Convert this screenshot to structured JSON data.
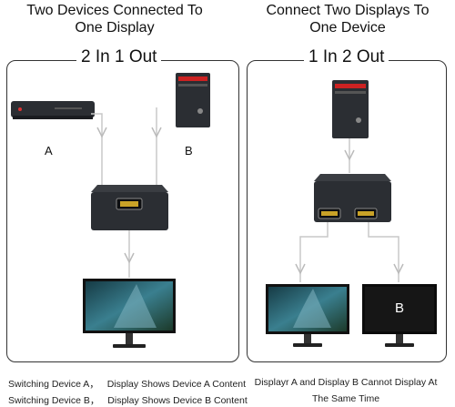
{
  "left": {
    "heading_line1": "Two Devices Connected To",
    "heading_line2": "One Display",
    "panel_title": "2 In 1 Out",
    "label_a": "A",
    "label_b": "B",
    "caption_1_part1": "Switching Device A，",
    "caption_1_part2": "Display Shows Device A Content",
    "caption_2_part1": "Switching Device B，",
    "caption_2_part2": "Display Shows Device B Content"
  },
  "right": {
    "heading_line1": "Connect Two Displays To",
    "heading_line2": "One Device",
    "panel_title": "1 In 2 Out",
    "screen_label_b": "B",
    "caption_line1": "Displayr A and Display B Cannot Display At",
    "caption_line2": "The Same Time"
  },
  "colors": {
    "device": "#2b2e33",
    "cable": "#c8c8c8",
    "screen_art": "#3a7f8f",
    "screen_dark": "#111111"
  }
}
